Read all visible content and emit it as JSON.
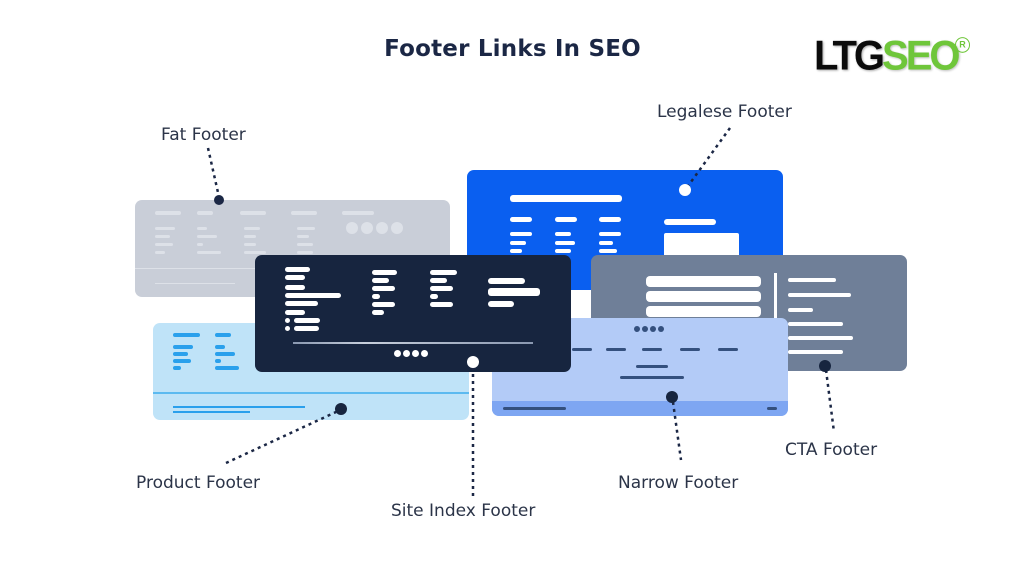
{
  "title": "Footer Links In SEO",
  "logo": {
    "left": "LTG",
    "right": "SEO",
    "registered": "R"
  },
  "labels": {
    "fat": "Fat Footer",
    "legalese": "Legalese Footer",
    "product": "Product Footer",
    "site_index": "Site Index Footer",
    "narrow": "Narrow Footer",
    "cta": "CTA Footer"
  },
  "colors": {
    "fat": "#c9ced8",
    "legalese": "#0a5ff0",
    "site_index": "#17253f",
    "cta": "#6f7f98",
    "product": "#bfe3f8",
    "narrow": "#b3cbf7",
    "narrow_strip": "#7ea6f2",
    "ink": "#1b2745"
  }
}
